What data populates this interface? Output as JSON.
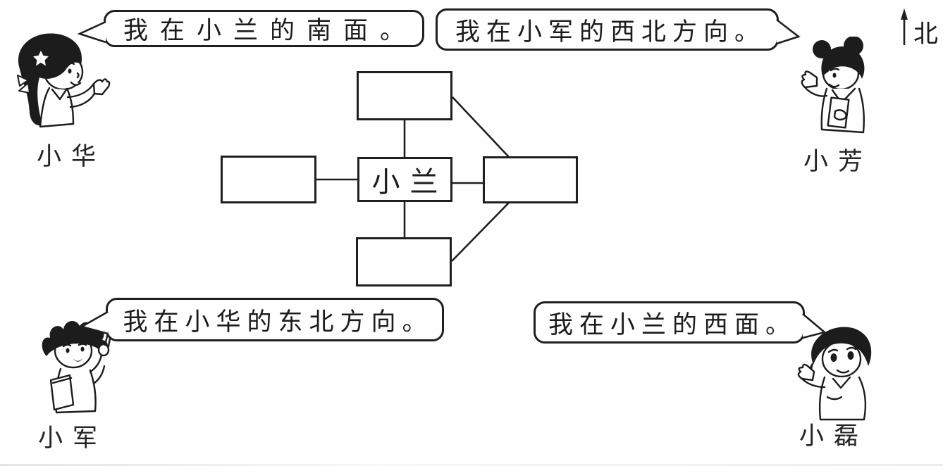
{
  "page": {
    "type": "math-worksheet-direction-exercise",
    "background_color": "#fefefe",
    "ink_color": "#1f1f1f"
  },
  "compass": {
    "label": "北",
    "icon": "north-arrow-icon"
  },
  "diagram": {
    "center_label": "小兰",
    "boxes": {
      "north": "",
      "west": "",
      "east": "",
      "south": ""
    }
  },
  "characters": [
    {
      "id": "xiaohua",
      "name": "小华",
      "position": "top-left",
      "bubble": "我在小兰的南面。"
    },
    {
      "id": "xiaofang",
      "name": "小芳",
      "position": "top-right",
      "bubble": "我在小军的西北方向。"
    },
    {
      "id": "xiaojun",
      "name": "小军",
      "position": "bottom-left",
      "bubble": "我在小华的东北方向。"
    },
    {
      "id": "xiaolei",
      "name": "小磊",
      "position": "bottom-right",
      "bubble": "我在小兰的西面。"
    }
  ]
}
